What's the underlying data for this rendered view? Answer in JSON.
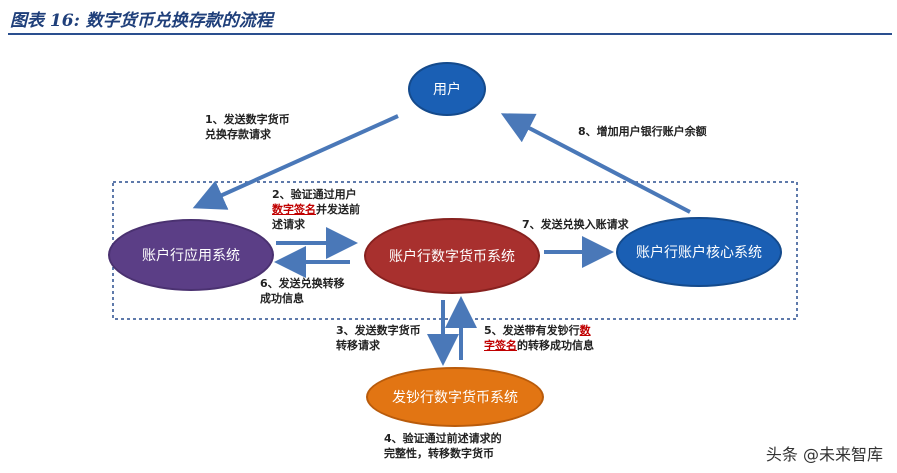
{
  "figure": {
    "title": "图表 16: 数字货币兑换存款的流程"
  },
  "nodes": {
    "user": "用户",
    "account_app": "账户行应用系统",
    "account_dcb": "账户行数字货币系统",
    "account_core": "账户行账户核心系统",
    "issuer": "发钞行数字货币系统"
  },
  "steps": {
    "s1": "1、发送数字货币兑换存款请求",
    "s1_line1": "1、发送数字货币",
    "s1_line2": "兑换存款请求",
    "s2_line1": "2、验证通过用户",
    "s2_red": "数字签名",
    "s2_after": "并发送前",
    "s2_line3": "述请求",
    "s3_line1": "3、发送数字货币",
    "s3_line2": "转移请求",
    "s4_line1": "4、验证通过前述请求的",
    "s4_line2": "完整性，转移数字货币",
    "s5_prefix": "5、发送带有发钞行",
    "s5_red1": "数",
    "s5_red2": "字签名",
    "s5_after": "的转移成功信息",
    "s6_line1": "6、发送兑换转移",
    "s6_line2": "成功信息",
    "s7": "7、发送兑换入账请求",
    "s8": "8、增加用户银行账户余额"
  },
  "watermark": "头条 @未来智库",
  "colors": {
    "arrow": "#4a78b8",
    "user": "#1a5fb4",
    "account_app": "#5b3e86",
    "account_dcb": "#a8302e",
    "account_core": "#1a5fb4",
    "issuer": "#e27513",
    "highlight": "#c00000"
  }
}
